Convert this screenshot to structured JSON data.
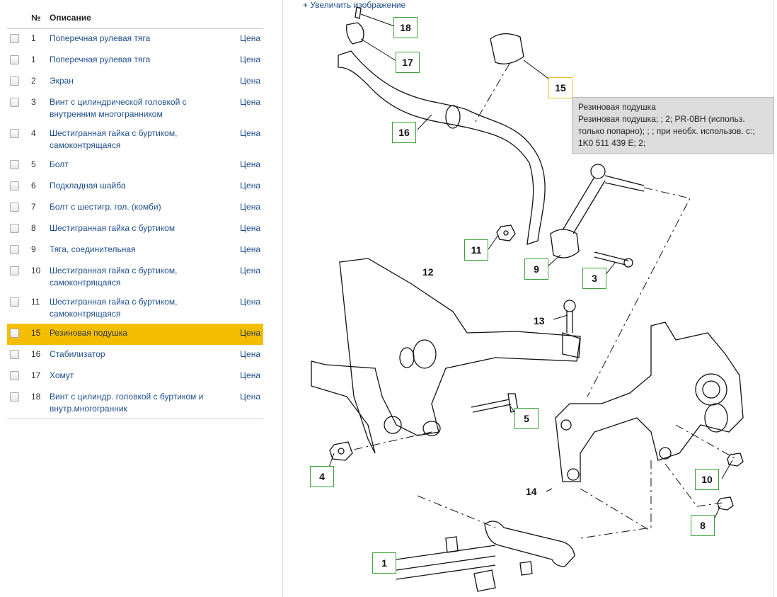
{
  "table": {
    "header_num": "№",
    "header_desc": "Описание",
    "price_label": "Цена",
    "rows": [
      {
        "num": "1",
        "desc": "Поперечная рулевая тяга"
      },
      {
        "num": "1",
        "desc": "Поперечная рулевая тяга"
      },
      {
        "num": "2",
        "desc": "Экран"
      },
      {
        "num": "3",
        "desc": "Винт с цилиндрической головкой с внутренним многогранником"
      },
      {
        "num": "4",
        "desc": "Шестигранная гайка с буртиком, самоконтрящаяся"
      },
      {
        "num": "5",
        "desc": "Болт"
      },
      {
        "num": "6",
        "desc": "Подкладная шайба"
      },
      {
        "num": "7",
        "desc": "Болт с шестигр. гол. (комби)"
      },
      {
        "num": "8",
        "desc": "Шестигранная гайка с буртиком"
      },
      {
        "num": "9",
        "desc": "Тяга, соединительная"
      },
      {
        "num": "10",
        "desc": "Шестигранная гайка с буртиком, самоконтрящаяся"
      },
      {
        "num": "11",
        "desc": "Шестигранная гайка с буртиком, самоконтрящаяся"
      },
      {
        "num": "15",
        "desc": "Резиновая подушка"
      },
      {
        "num": "16",
        "desc": "Стабилизатор"
      },
      {
        "num": "17",
        "desc": "Хомут"
      },
      {
        "num": "18",
        "desc": "Винт с цилиндр. головкой с буртиком и внутр.многогранник"
      }
    ],
    "selected_index": 12
  },
  "diagram": {
    "enlarge_link": "+ Увеличить изображение",
    "callouts": [
      "18",
      "17",
      "15",
      "16",
      "11",
      "9",
      "3",
      "13",
      "5",
      "4",
      "10",
      "8",
      "1"
    ],
    "plain_labels": [
      "12",
      "14"
    ]
  },
  "tooltip": {
    "title": "Резиновая подушка",
    "body": "Резиновая подушка; ; 2; PR-0BH (использ. только попарно); ; ; при необх. использов. с:; 1K0 511 439 E; 2;"
  },
  "colors": {
    "selected_row": "#f5bd00",
    "link": "#1f4e8c",
    "callout_border": "#3aa33a",
    "active_callout_border": "#f0c020",
    "tooltip_bg": "#dcdcdc"
  }
}
